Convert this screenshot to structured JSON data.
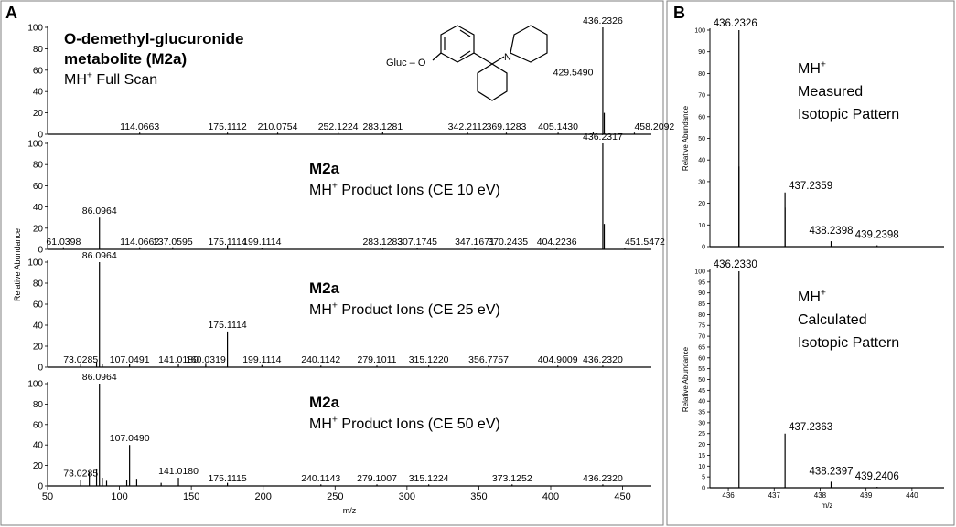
{
  "panels": {
    "A": {
      "letter": "A"
    },
    "B": {
      "letter": "B"
    }
  },
  "structure": {
    "gluc_label": "Gluc – O",
    "nitrogen_label": "N"
  },
  "colors": {
    "ink": "#000000",
    "panel_border": "#7f7f7f",
    "baseline": "#000000"
  },
  "chart_data": [
    {
      "id": "A1",
      "type": "bar",
      "panel": "A",
      "title_lines": [
        "O-demethyl-glucuronide",
        "metabolite (M2a)"
      ],
      "subtitle": "MH+ Full Scan",
      "ylim": [
        0,
        100
      ],
      "xlim": [
        50,
        470
      ],
      "yticks": [
        0,
        20,
        40,
        60,
        80,
        100
      ],
      "peaks": [
        {
          "mz": 114.0663,
          "y": 1.5,
          "label": "114.0663"
        },
        {
          "mz": 175.1112,
          "y": 1.5,
          "label": "175.1112"
        },
        {
          "mz": 210.0754,
          "y": 1.5,
          "label": "210.0754"
        },
        {
          "mz": 252.1224,
          "y": 1.5,
          "label": "252.1224"
        },
        {
          "mz": 283.1281,
          "y": 2.5,
          "label": "283.1281"
        },
        {
          "mz": 342.2112,
          "y": 1.5,
          "label": "342.2112"
        },
        {
          "mz": 369.1283,
          "y": 1.5,
          "label": "369.1283"
        },
        {
          "mz": 405.143,
          "y": 1.5,
          "label": "405.1430"
        },
        {
          "mz": 429.549,
          "y": 2,
          "label": "429.5490"
        },
        {
          "mz": 436.2326,
          "y": 100,
          "label": "436.2326"
        },
        {
          "mz": 437.2359,
          "y": 20,
          "label": ""
        },
        {
          "mz": 458.2092,
          "y": 1.5,
          "label": "458.2092"
        }
      ]
    },
    {
      "id": "A2",
      "type": "bar",
      "panel": "A",
      "title_lines": [
        "M2a"
      ],
      "subtitle": "MH+ Product Ions (CE 10 eV)",
      "ylim": [
        0,
        100
      ],
      "xlim": [
        50,
        470
      ],
      "yticks": [
        0,
        20,
        40,
        60,
        80,
        100
      ],
      "peaks": [
        {
          "mz": 61.0398,
          "y": 2,
          "label": "61.0398"
        },
        {
          "mz": 86.0964,
          "y": 30,
          "label": "86.0964"
        },
        {
          "mz": 114.0662,
          "y": 2,
          "label": "114.0662"
        },
        {
          "mz": 137.0595,
          "y": 2,
          "label": "137.0595"
        },
        {
          "mz": 175.1114,
          "y": 4,
          "label": "175.1114"
        },
        {
          "mz": 199.1114,
          "y": 1.5,
          "label": "199.1114"
        },
        {
          "mz": 283.1283,
          "y": 1.5,
          "label": "283.1283"
        },
        {
          "mz": 307.1745,
          "y": 1.5,
          "label": "307.1745"
        },
        {
          "mz": 347.1671,
          "y": 1.5,
          "label": "347.1671"
        },
        {
          "mz": 370.2435,
          "y": 1.5,
          "label": "370.2435"
        },
        {
          "mz": 404.2236,
          "y": 1.5,
          "label": "404.2236"
        },
        {
          "mz": 436.2317,
          "y": 100,
          "label": "436.2317"
        },
        {
          "mz": 437.2359,
          "y": 24,
          "label": ""
        },
        {
          "mz": 451.5472,
          "y": 1.5,
          "label": "451.5472"
        }
      ]
    },
    {
      "id": "A3",
      "type": "bar",
      "panel": "A",
      "title_lines": [
        "M2a"
      ],
      "subtitle": "MH+ Product Ions (CE 25 eV)",
      "ylim": [
        0,
        100
      ],
      "xlim": [
        50,
        470
      ],
      "yticks": [
        0,
        20,
        40,
        60,
        80,
        100
      ],
      "peaks": [
        {
          "mz": 73.0285,
          "y": 3,
          "label": "73.0285"
        },
        {
          "mz": 84.08,
          "y": 5,
          "label": ""
        },
        {
          "mz": 86.0964,
          "y": 100,
          "label": "86.0964"
        },
        {
          "mz": 88.1,
          "y": 3,
          "label": ""
        },
        {
          "mz": 107.0491,
          "y": 3,
          "label": "107.0491"
        },
        {
          "mz": 141.018,
          "y": 3,
          "label": "141.0180"
        },
        {
          "mz": 160.0319,
          "y": 4,
          "label": "160.0319"
        },
        {
          "mz": 175.1114,
          "y": 34,
          "label": "175.1114"
        },
        {
          "mz": 199.1114,
          "y": 2,
          "label": "199.1114"
        },
        {
          "mz": 240.1142,
          "y": 1.5,
          "label": "240.1142"
        },
        {
          "mz": 279.1011,
          "y": 1.5,
          "label": "279.1011"
        },
        {
          "mz": 315.122,
          "y": 1.5,
          "label": "315.1220"
        },
        {
          "mz": 356.7757,
          "y": 1.5,
          "label": "356.7757"
        },
        {
          "mz": 404.9009,
          "y": 1.5,
          "label": "404.9009"
        },
        {
          "mz": 436.232,
          "y": 1.5,
          "label": "436.2320"
        }
      ]
    },
    {
      "id": "A4",
      "type": "bar",
      "panel": "A",
      "title_lines": [
        "M2a"
      ],
      "subtitle": "MH+ Product Ions (CE 50 eV)",
      "ylim": [
        0,
        100
      ],
      "xlim": [
        50,
        470
      ],
      "yticks": [
        0,
        20,
        40,
        60,
        80,
        100
      ],
      "xticks": [
        50,
        100,
        150,
        200,
        250,
        300,
        350,
        400,
        450
      ],
      "xlabel": "m/z",
      "peaks": [
        {
          "mz": 73.0285,
          "y": 6,
          "label": "73.0285"
        },
        {
          "mz": 79.05,
          "y": 14,
          "label": ""
        },
        {
          "mz": 84.08,
          "y": 17,
          "label": ""
        },
        {
          "mz": 86.0964,
          "y": 100,
          "label": "86.0964"
        },
        {
          "mz": 88.1,
          "y": 8,
          "label": ""
        },
        {
          "mz": 91.05,
          "y": 5,
          "label": ""
        },
        {
          "mz": 105.07,
          "y": 6,
          "label": ""
        },
        {
          "mz": 107.049,
          "y": 40,
          "label": "107.0490"
        },
        {
          "mz": 112.0,
          "y": 7,
          "label": ""
        },
        {
          "mz": 129.0,
          "y": 3,
          "label": ""
        },
        {
          "mz": 141.018,
          "y": 8,
          "label": "141.0180"
        },
        {
          "mz": 175.1115,
          "y": 3,
          "label": "175.1115"
        },
        {
          "mz": 240.1143,
          "y": 1.5,
          "label": "240.1143"
        },
        {
          "mz": 279.1007,
          "y": 1.5,
          "label": "279.1007"
        },
        {
          "mz": 315.1224,
          "y": 1.5,
          "label": "315.1224"
        },
        {
          "mz": 373.1252,
          "y": 1.5,
          "label": "373.1252"
        },
        {
          "mz": 436.232,
          "y": 1.5,
          "label": "436.2320"
        }
      ]
    },
    {
      "id": "B1",
      "type": "bar",
      "panel": "B",
      "annotation_lines": [
        "MH+",
        "Measured",
        "Isotopic Pattern"
      ],
      "ylabel": "Relative Abundance",
      "ylim": [
        0,
        100
      ],
      "xlim": [
        435.6,
        440.7
      ],
      "yticks": [
        0,
        10,
        20,
        30,
        40,
        50,
        60,
        70,
        80,
        90,
        100
      ],
      "peaks": [
        {
          "mz": 436.2326,
          "y": 100,
          "label": "436.2326"
        },
        {
          "mz": 436.2326,
          "y": 37,
          "label": ""
        },
        {
          "mz": 437.2359,
          "y": 25,
          "label": "437.2359"
        },
        {
          "mz": 437.2359,
          "y": 18,
          "label": ""
        },
        {
          "mz": 438.2398,
          "y": 2.5,
          "label": "438.2398"
        },
        {
          "mz": 439.2398,
          "y": 0.6,
          "label": "439.2398"
        }
      ]
    },
    {
      "id": "B2",
      "type": "bar",
      "panel": "B",
      "annotation_lines": [
        "MH+",
        "Calculated",
        "Isotopic Pattern"
      ],
      "ylabel": "Relative Abundance",
      "xlabel": "m/z",
      "ylim": [
        0,
        100
      ],
      "xlim": [
        435.6,
        440.7
      ],
      "yticks": [
        0,
        5,
        10,
        15,
        20,
        25,
        30,
        35,
        40,
        45,
        50,
        55,
        60,
        65,
        70,
        75,
        80,
        85,
        90,
        95,
        100
      ],
      "xticks": [
        436,
        437,
        438,
        439,
        440
      ],
      "peaks": [
        {
          "mz": 436.233,
          "y": 100,
          "label": "436.2330"
        },
        {
          "mz": 437.2363,
          "y": 25,
          "label": "437.2363"
        },
        {
          "mz": 438.2397,
          "y": 2.8,
          "label": "438.2397"
        },
        {
          "mz": 439.2406,
          "y": 0.4,
          "label": "439.2406"
        }
      ]
    }
  ],
  "shared": {
    "panel_a_ylabel": "Relative Abundance"
  }
}
